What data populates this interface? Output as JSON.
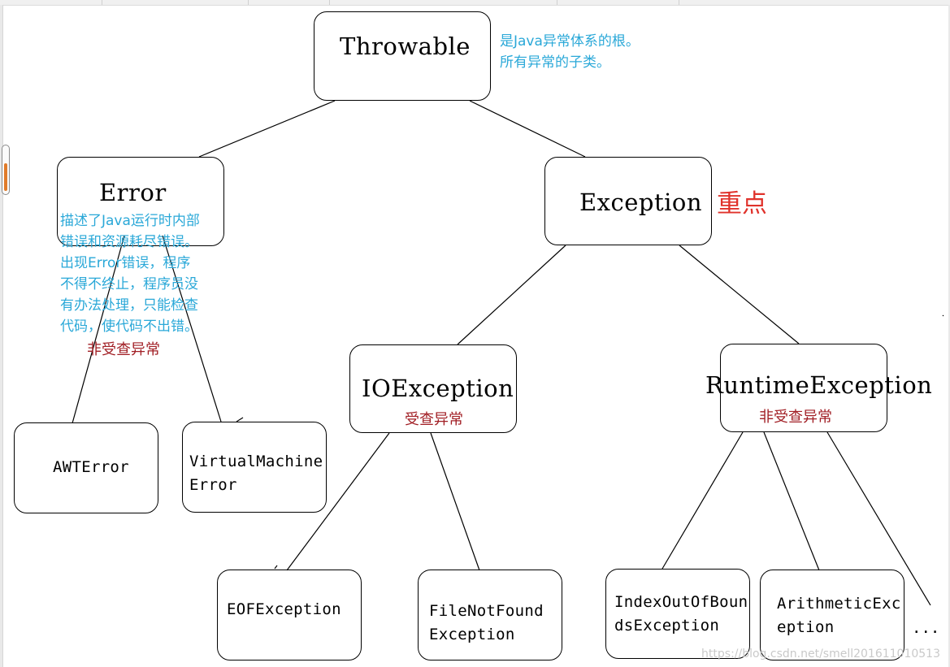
{
  "nodes": {
    "throwable": "Throwable",
    "error": "Error",
    "exception": "Exception",
    "ioexception": "IOException",
    "runtime": "RuntimeException",
    "awterror": "AWTError",
    "vm_line1": "VirtualMachine",
    "vm_line2": "Error",
    "eof": "EOFException",
    "fnf_line1": "FileNotFound",
    "fnf_line2": "Exception",
    "ioob_line1": "IndexOutOfBoun",
    "ioob_line2": "dsException",
    "arith_line1": "ArithmeticExc",
    "arith_line2": "eption"
  },
  "notes": {
    "throwable_line1": "是Java异常体系的根。",
    "throwable_line2": "所有异常的子类。",
    "exception_key": "重点",
    "error_desc": "描述了Java运行时内部\n错误和资源耗尽错误。\n出现Error错误，程序\n不得不终止，程序员没\n有办法处理，只能检查\n代码，使代码不出错。",
    "error_unchecked": "非受查异常",
    "io_checked": "受查异常",
    "runtime_unchecked": "非受查异常",
    "more": "..."
  },
  "watermark": "https://blog.csdn.net/smell201611010513",
  "colors": {
    "note_blue": "#2aa8d8",
    "note_red": "#a11e24",
    "key_red": "#e0322b",
    "scroll_thumb": "#e07b2a"
  }
}
